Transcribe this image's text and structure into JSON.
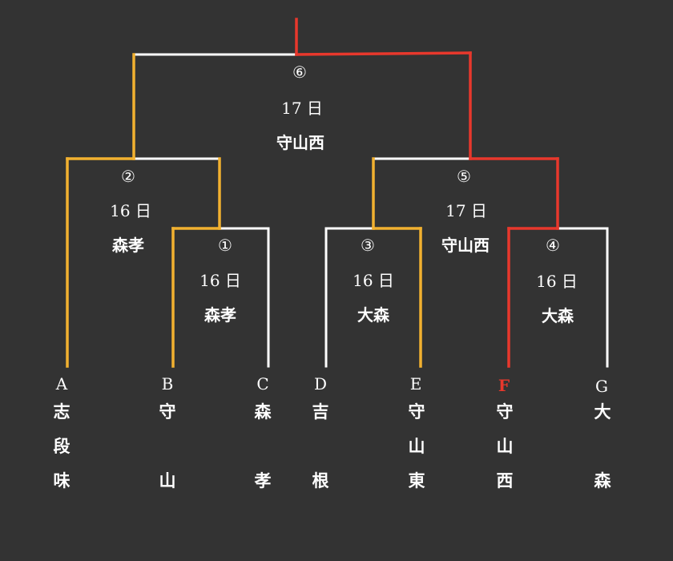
{
  "colors": {
    "background": "#333333",
    "white_line": "#ffffff",
    "yellow_line": "#f2b130",
    "red_line": "#e8382c",
    "text": "#ffffff",
    "winner_text": "#e8382c"
  },
  "matches": [
    {
      "id": "m1",
      "number": "①",
      "date": "16 日",
      "venue": "森孝"
    },
    {
      "id": "m2",
      "number": "②",
      "date": "16 日",
      "venue": "森孝"
    },
    {
      "id": "m3",
      "number": "③",
      "date": "16 日",
      "venue": "大森"
    },
    {
      "id": "m4",
      "number": "④",
      "date": "16 日",
      "venue": "大森"
    },
    {
      "id": "m5",
      "number": "⑤",
      "date": "17 日",
      "venue": "守山西"
    },
    {
      "id": "m6",
      "number": "⑥",
      "date": "17 日",
      "venue": "守山西"
    }
  ],
  "teams": [
    {
      "letter": "A",
      "name_chars": [
        "志",
        "段",
        "味"
      ],
      "winner": false
    },
    {
      "letter": "B",
      "name_chars": [
        "守",
        "",
        "山"
      ],
      "winner": false
    },
    {
      "letter": "C",
      "name_chars": [
        "森",
        "",
        "孝"
      ],
      "winner": false
    },
    {
      "letter": "D",
      "name_chars": [
        "吉",
        "",
        "根"
      ],
      "winner": false
    },
    {
      "letter": "E",
      "name_chars": [
        "守",
        "山",
        "東"
      ],
      "winner": false
    },
    {
      "letter": "F",
      "name_chars": [
        "守",
        "山",
        "西"
      ],
      "winner": true
    },
    {
      "letter": "G",
      "name_chars": [
        "大",
        "",
        "森"
      ],
      "winner": false
    }
  ]
}
